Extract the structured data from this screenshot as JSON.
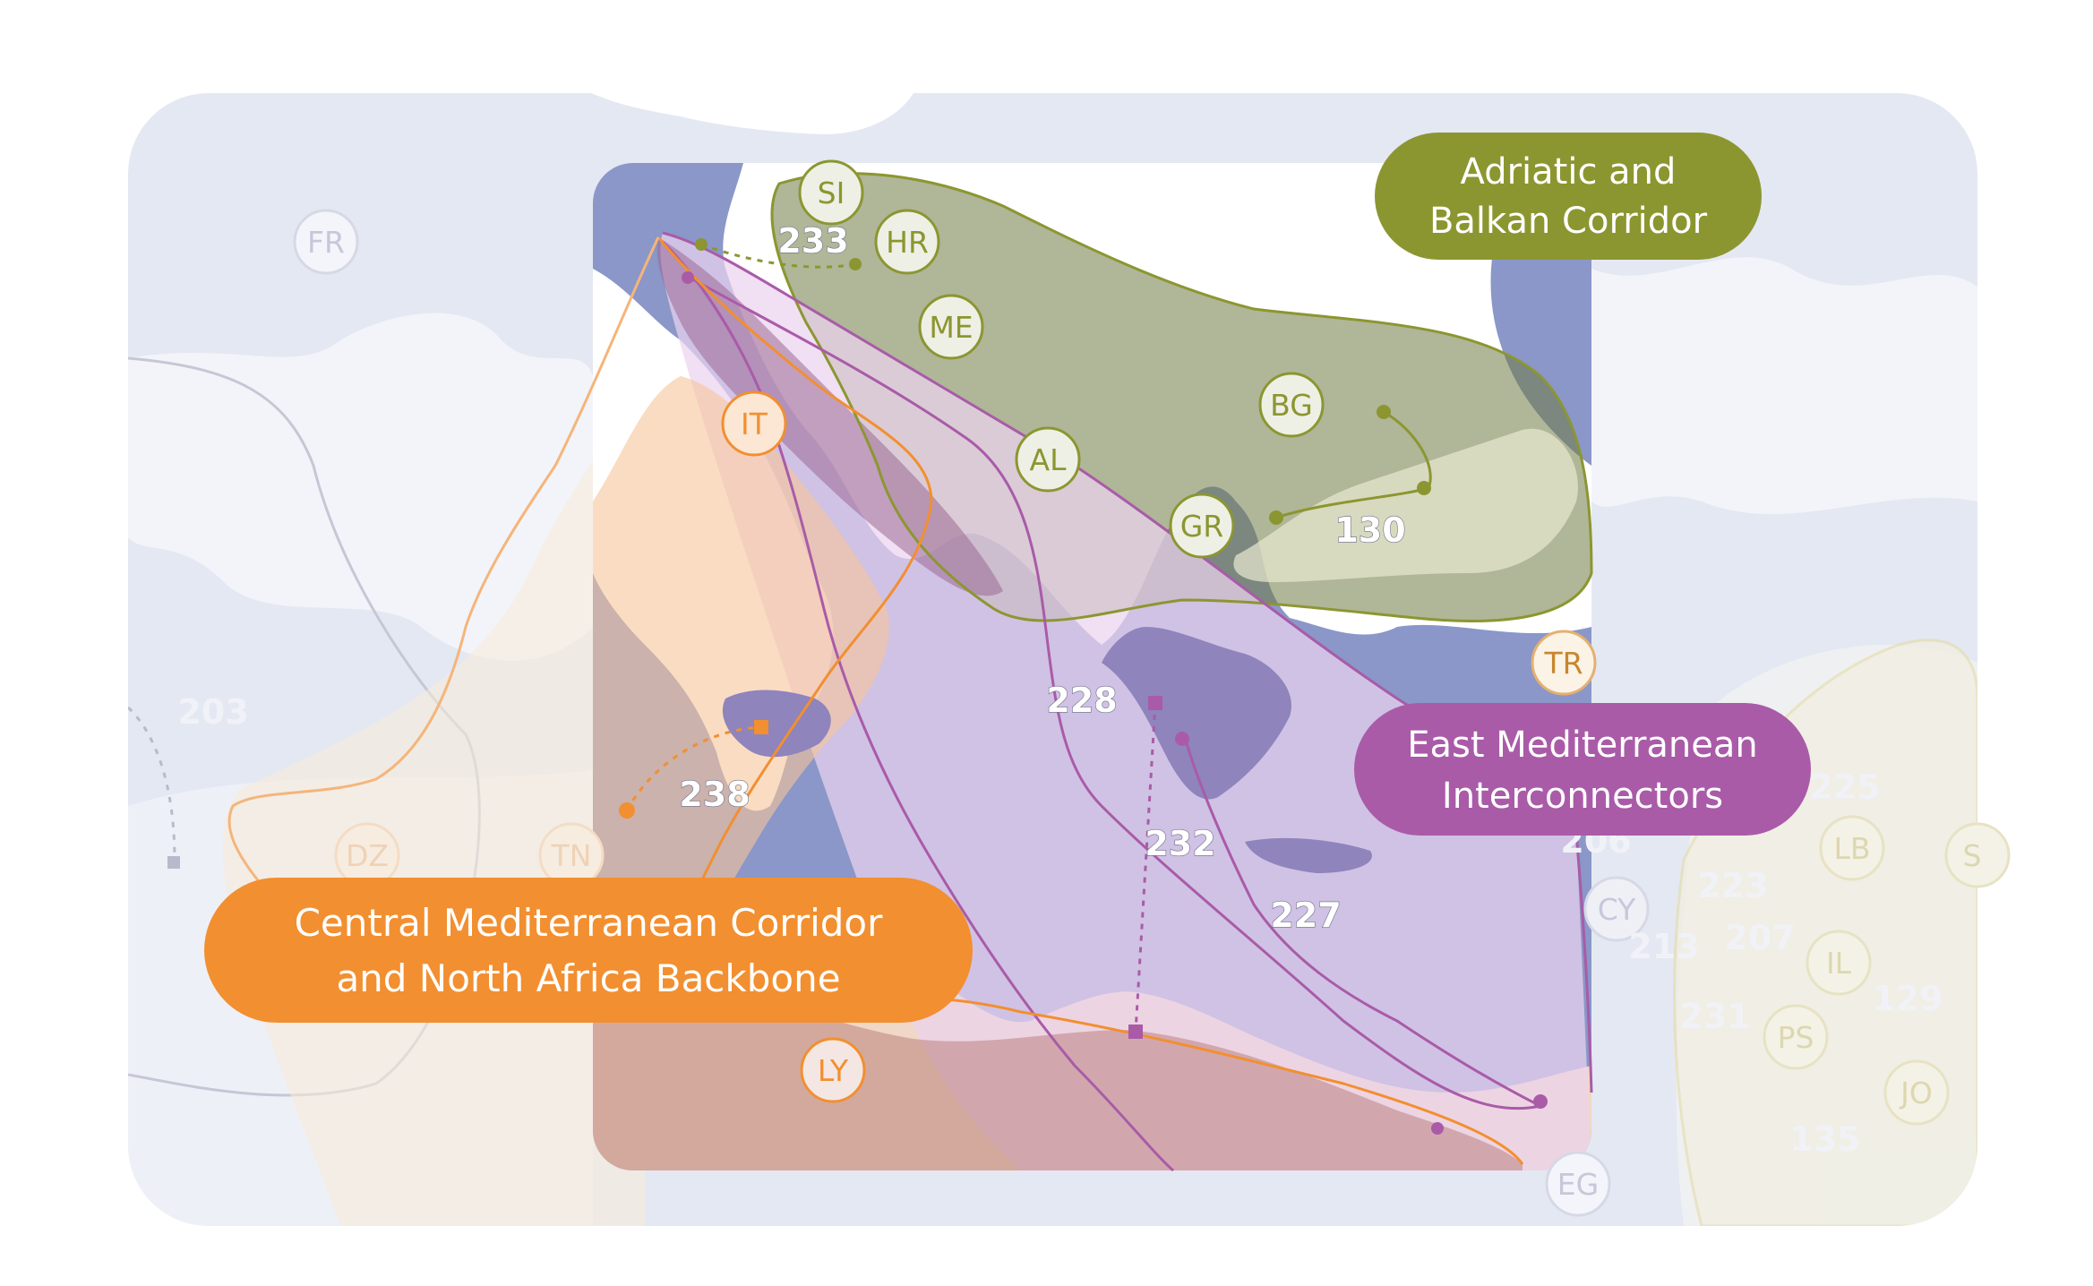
{
  "colors": {
    "background_panel": "#e4e8f2",
    "sea_focus": "#8a97c8",
    "land": "#ffffff",
    "adriatic_balkan": "#8c9630",
    "east_med": "#a95ba8",
    "central_med": "#f28f30"
  },
  "corridors": [
    {
      "id": "adriatic",
      "label_line1": "Adriatic and",
      "label_line2": "Balkan Corridor"
    },
    {
      "id": "eastmed",
      "label_line1": "East Mediterranean",
      "label_line2": "Interconnectors"
    },
    {
      "id": "centralmed",
      "label_line1": "Central Mediterranean Corridor",
      "label_line2": "and North Africa Backbone"
    }
  ],
  "countries": {
    "active": [
      "SI",
      "HR",
      "ME",
      "AL",
      "BG",
      "GR",
      "IT",
      "LY",
      "TR"
    ],
    "faded": [
      "FR",
      "DZ",
      "TN",
      "CY",
      "LB",
      "IL",
      "PS",
      "JO",
      "EG",
      "S"
    ]
  },
  "projects": {
    "main": [
      "233",
      "130",
      "228",
      "232",
      "227",
      "238"
    ],
    "faded": [
      "203",
      "225",
      "206",
      "223",
      "207",
      "213",
      "129",
      "231",
      "135"
    ]
  }
}
